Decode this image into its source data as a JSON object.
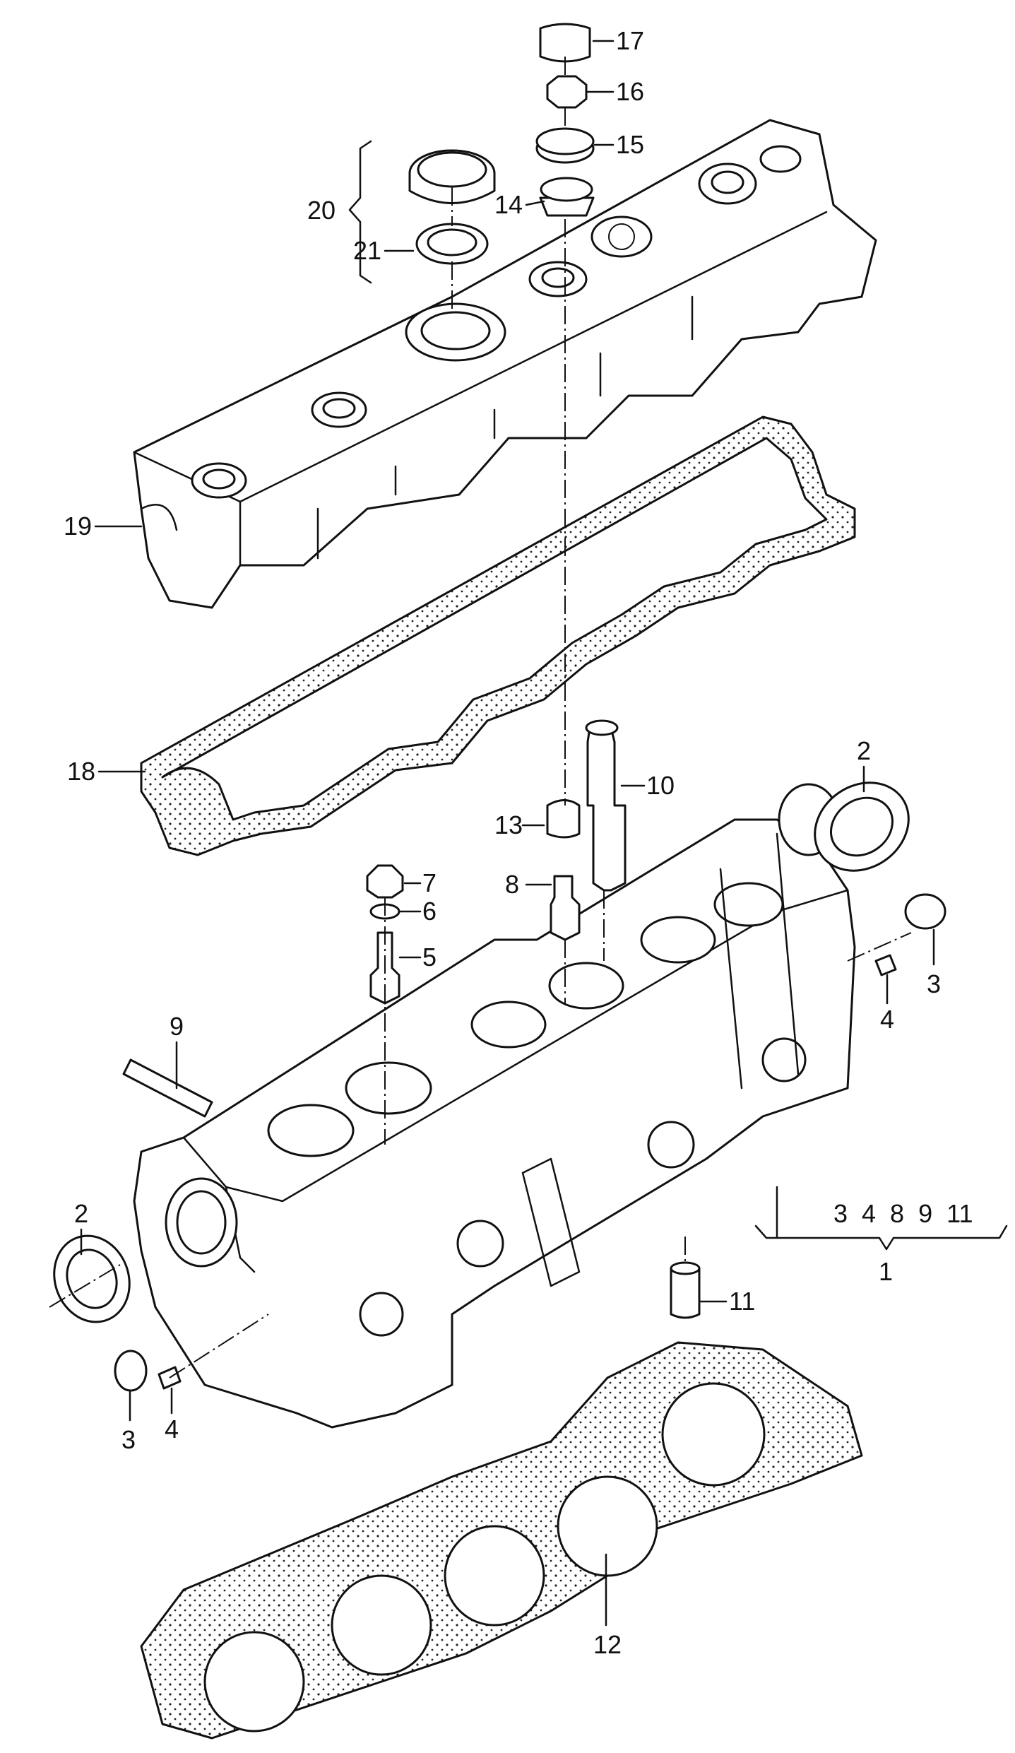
{
  "diagram": {
    "callouts": [
      {
        "id": "c17",
        "text": "17"
      },
      {
        "id": "c16",
        "text": "16"
      },
      {
        "id": "c15",
        "text": "15"
      },
      {
        "id": "c14",
        "text": "14"
      },
      {
        "id": "c20",
        "text": "20"
      },
      {
        "id": "c21",
        "text": "21"
      },
      {
        "id": "c19",
        "text": "19"
      },
      {
        "id": "c18",
        "text": "18"
      },
      {
        "id": "c10",
        "text": "10"
      },
      {
        "id": "c13",
        "text": "13"
      },
      {
        "id": "c8",
        "text": "8"
      },
      {
        "id": "c7",
        "text": "7"
      },
      {
        "id": "c6",
        "text": "6"
      },
      {
        "id": "c5",
        "text": "5"
      },
      {
        "id": "c9",
        "text": "9"
      },
      {
        "id": "c2a",
        "text": "2"
      },
      {
        "id": "c2b",
        "text": "2"
      },
      {
        "id": "c3a",
        "text": "3"
      },
      {
        "id": "c4a",
        "text": "4"
      },
      {
        "id": "c3b",
        "text": "3"
      },
      {
        "id": "c4b",
        "text": "4"
      },
      {
        "id": "c11",
        "text": "11"
      },
      {
        "id": "c12",
        "text": "12"
      },
      {
        "id": "c1",
        "text": "1"
      }
    ],
    "group_1_members": "3  4  8  9  11"
  }
}
